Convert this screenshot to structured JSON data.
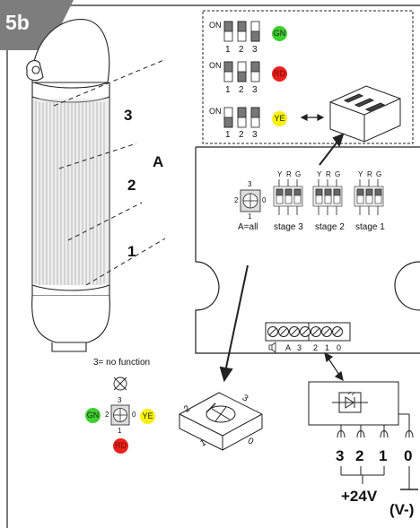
{
  "figure_label": "5b",
  "zones": {
    "zone1": "1",
    "zone2": "2",
    "zone3": "3",
    "label_a": "A"
  },
  "dip_legend": {
    "on_label": "ON",
    "rows": [
      {
        "color_label": "GN",
        "color": "#3fcf2f",
        "switch_numbers": [
          "1",
          "2",
          "3"
        ]
      },
      {
        "color_label": "RD",
        "color": "#e8211b",
        "switch_numbers": [
          "1",
          "2",
          "3"
        ]
      },
      {
        "color_label": "YE",
        "color": "#f6f10c",
        "switch_numbers": [
          "1",
          "2",
          "3"
        ]
      }
    ]
  },
  "board": {
    "rotary_numbers": {
      "top": "3",
      "left": "2",
      "right": "0",
      "bottom": "1"
    },
    "rotary_caption": "A=all",
    "stage_header_letters": [
      "Y",
      "R",
      "G"
    ],
    "stages": [
      "stage 3",
      "stage 2",
      "stage 1"
    ],
    "terminal_labels": [
      "A",
      "3",
      "2",
      "1",
      "0"
    ]
  },
  "rotary_detail": {
    "no_function_note": "3= no function",
    "numbers": {
      "top": "3",
      "left": "2",
      "right": "0",
      "bottom": "1"
    },
    "colors": {
      "left": "GN",
      "right": "YE",
      "bottom": "RD"
    },
    "knob_numbers": {
      "left": "2",
      "right": "3",
      "bottom_left": "1",
      "bottom_right": "0"
    }
  },
  "wiring": {
    "terminals": [
      "3",
      "2",
      "1",
      "0"
    ],
    "supply_label": "+24V",
    "ground_label": "(V-)"
  }
}
